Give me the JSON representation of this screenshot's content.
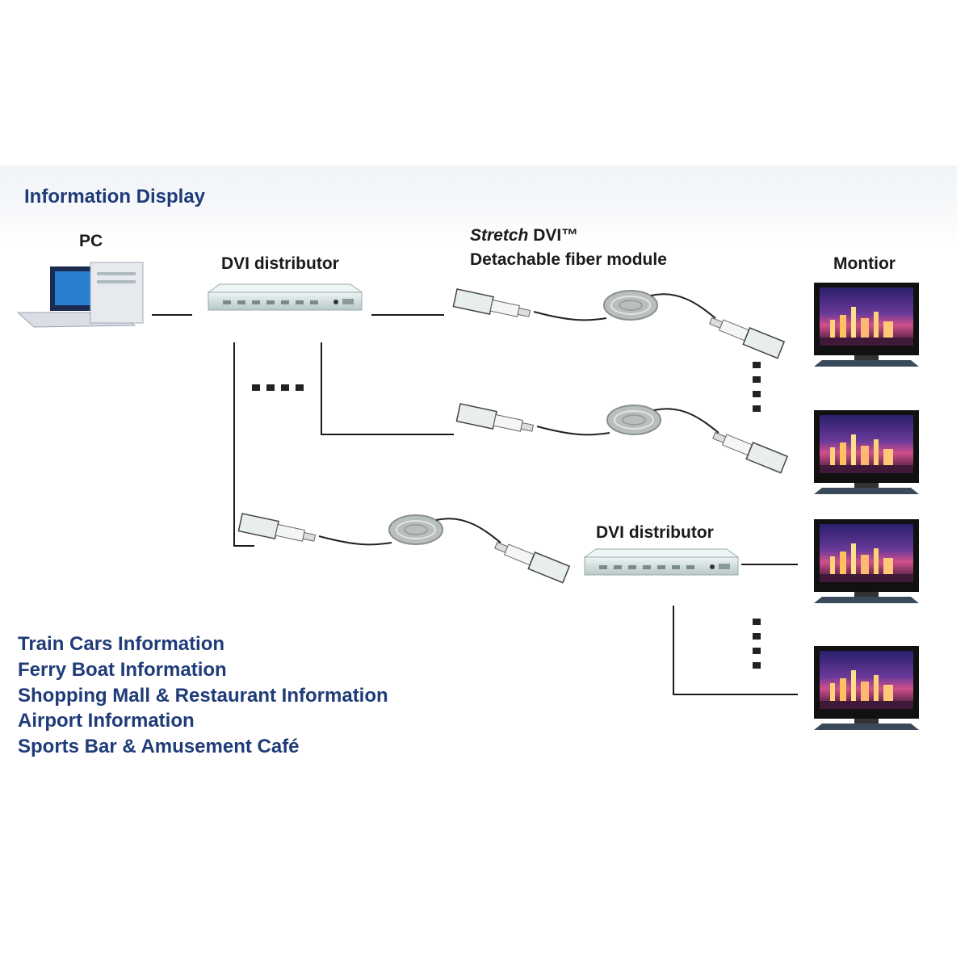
{
  "heading": "Information Display",
  "labels": {
    "pc": "PC",
    "distributor_top": "DVI distributor",
    "distributor_bottom": "DVI distributor",
    "fiber_brand": "Stretch",
    "fiber_dvi": " DVI™",
    "fiber_line2": "Detachable fiber module",
    "monitor": "Montior"
  },
  "applications": [
    "Train Cars Information",
    "Ferry Boat Information",
    "Shopping Mall & Restaurant Information",
    "Airport Information",
    "Sports Bar & Amusement Café"
  ],
  "colors": {
    "heading": "#1f3b78",
    "device_body": "#d6e2e2",
    "line": "#1a1a1a",
    "screen_sky": "#3a2a7a",
    "screen_glow": "#e05a8a"
  },
  "icons": [
    "pc-icon",
    "dvi-distributor-icon",
    "fiber-module-icon",
    "monitor-icon",
    "ellipsis-icon"
  ]
}
